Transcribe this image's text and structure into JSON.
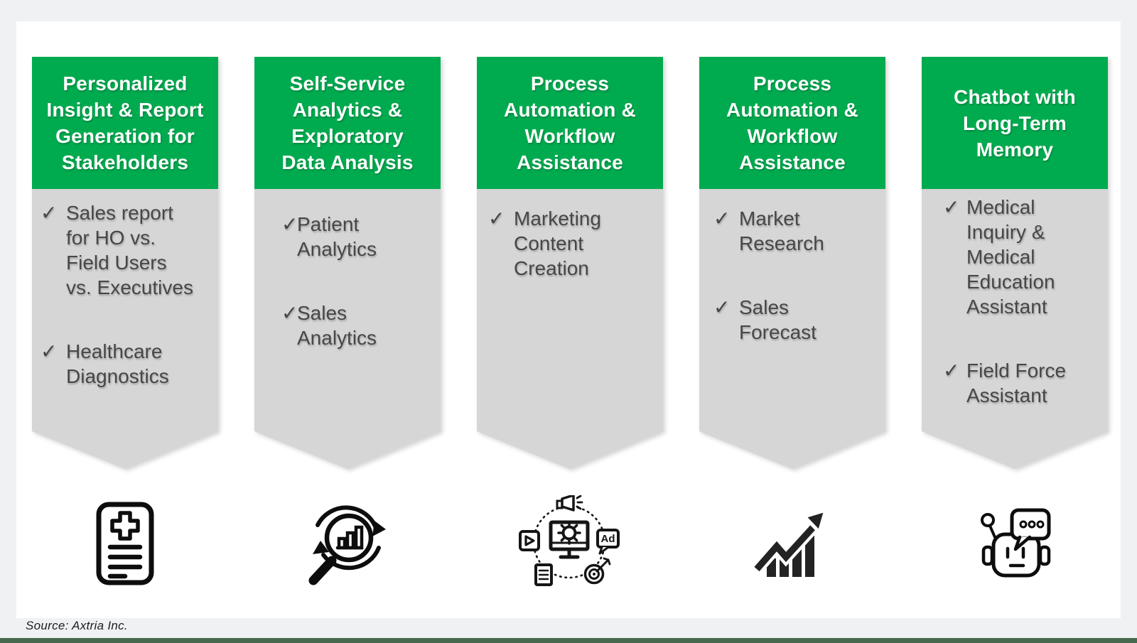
{
  "colors": {
    "accent_green": "#00AB4F",
    "banner_gray": "#D6D6D6",
    "footer_bar_green": "#47694D",
    "page_background": "#EFF1F3",
    "text_dark": "#474747"
  },
  "glyphs": {
    "check": "✓",
    "ad_label": "Ad"
  },
  "columns": [
    {
      "title": "Personalized\nInsight & Report\nGeneration for\nStakeholders",
      "icon": "medical-report-icon",
      "items": [
        "Sales report\nfor HO vs.\nField Users\nvs. Executives",
        "Healthcare\nDiagnostics"
      ]
    },
    {
      "title": "Self-Service\nAnalytics &\nExploratory\nData Analysis",
      "icon": "analytics-magnifier-icon",
      "items": [
        "Patient\nAnalytics",
        "Sales\nAnalytics"
      ]
    },
    {
      "title": "Process\nAutomation &\nWorkflow\nAssistance",
      "icon": "marketing-automation-icon",
      "items": [
        "Marketing\nContent\nCreation"
      ]
    },
    {
      "title": "Process\nAutomation &\nWorkflow\nAssistance",
      "icon": "growth-arrow-icon",
      "items": [
        "Market\nResearch",
        "Sales\nForecast"
      ]
    },
    {
      "title": "Chatbot with\nLong-Term\nMemory",
      "icon": "chatbot-icon",
      "items": [
        "Medical\nInquiry &\nMedical\nEducation\nAssistant",
        "Field Force\nAssistant"
      ]
    }
  ],
  "footer": {
    "source": "Source: Axtria Inc."
  }
}
